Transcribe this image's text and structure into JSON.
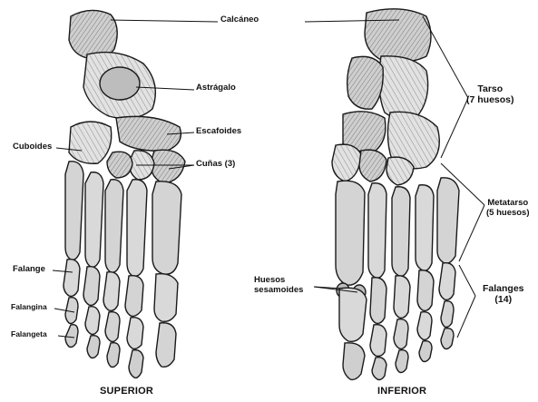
{
  "labels": {
    "calcaneo": "Calcáneo",
    "astragalo": "Astrágalo",
    "escafoides": "Escafoides",
    "cuboides": "Cuboides",
    "cunas": "Cuñas (3)",
    "falange": "Falange",
    "falangina": "Falangina",
    "falangeta": "Falangeta",
    "tarso_line1": "Tarso",
    "tarso_line2": "(7 huesos)",
    "metatarso_line1": "Metatarso",
    "metatarso_line2": "(5 huesos)",
    "falanges_line1": "Falanges",
    "falanges_line2": "(14)",
    "sesamoides_line1": "Huesos",
    "sesamoides_line2": "sesamoides"
  },
  "captions": {
    "left": "SUPERIOR",
    "right": "INFERIOR"
  },
  "colors": {
    "ink": "#1a1a1a",
    "bone_light": "#d9d9d9",
    "bone_mid": "#a8a8a8",
    "bone_dark": "#4a4a4a",
    "background": "#ffffff"
  }
}
